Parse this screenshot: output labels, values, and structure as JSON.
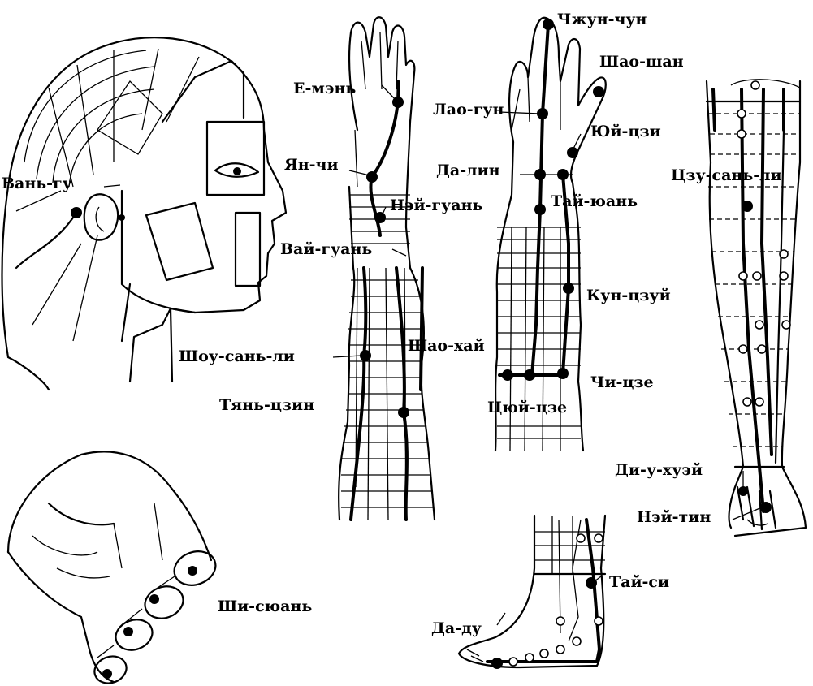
{
  "points": {
    "head": [
      "Вань-гу"
    ],
    "forearm_outer": [
      "Е-мэнь",
      "Ян-чи",
      "Нэй-гуань",
      "Вай-гуань",
      "Шоу-сань-ли",
      "Шао-хай",
      "Тянь-цзин"
    ],
    "palm_forearm": [
      "Чжун-чун",
      "Шао-шан",
      "Лао-гун",
      "Юй-цзи",
      "Да-лин",
      "Тай-юань",
      "Кун-цзуй",
      "Чи-цзе",
      "Цюй-цзе"
    ],
    "leg": [
      "Цзу-сань-ли",
      "Ди-у-хуэй",
      "Нэй-тин"
    ],
    "fist": [
      "Ши-сюань"
    ],
    "foot": [
      "Тай-си",
      "Да-ду"
    ]
  }
}
